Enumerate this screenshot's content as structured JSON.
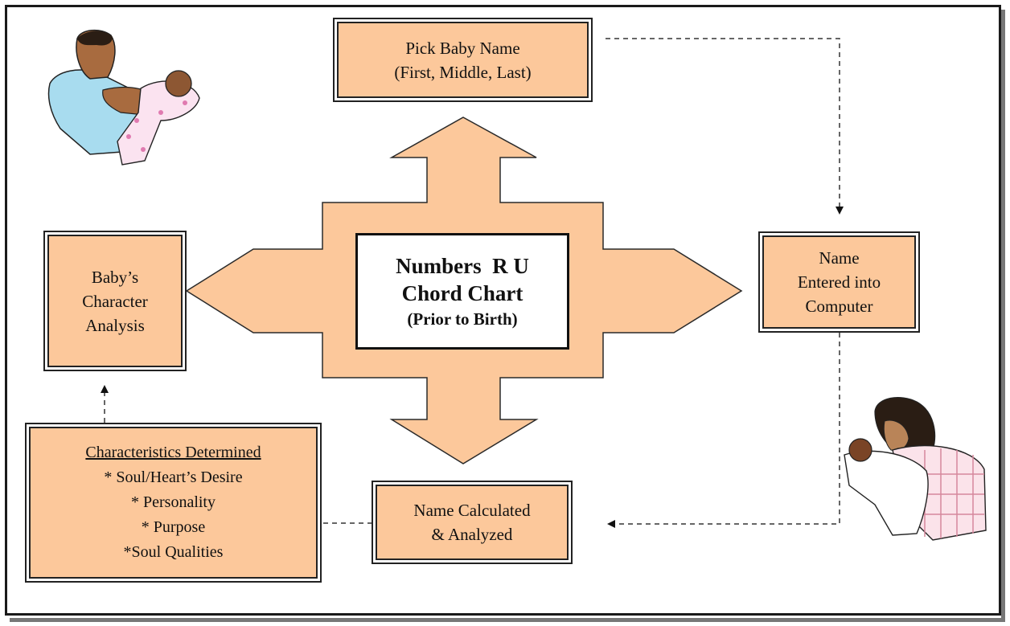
{
  "center": {
    "line1": "Numbers  R U",
    "line2": "Chord Chart",
    "line3": "(Prior to Birth)"
  },
  "boxes": {
    "pick_name": {
      "line1": "Pick Baby Name",
      "line2": "(First, Middle, Last)"
    },
    "entered": {
      "line1": "Name",
      "line2": "Entered into",
      "line3": "Computer"
    },
    "calculated": {
      "line1": "Name Calculated",
      "line2": "& Analyzed"
    },
    "characteristics": {
      "heading": "Characteristics Determined",
      "items": [
        "* Soul/Heart’s Desire",
        "* Personality",
        "* Purpose",
        "*Soul Qualities"
      ]
    },
    "character_analysis": {
      "line1": "Baby’s",
      "line2": "Character",
      "line3": "Analysis"
    }
  },
  "colors": {
    "box_fill": "#fcc89b",
    "arrow_fill": "#fcc89b",
    "border": "#222222"
  },
  "icons": {
    "father": "father-holding-baby-clipart",
    "mother": "mother-holding-baby-clipart"
  }
}
